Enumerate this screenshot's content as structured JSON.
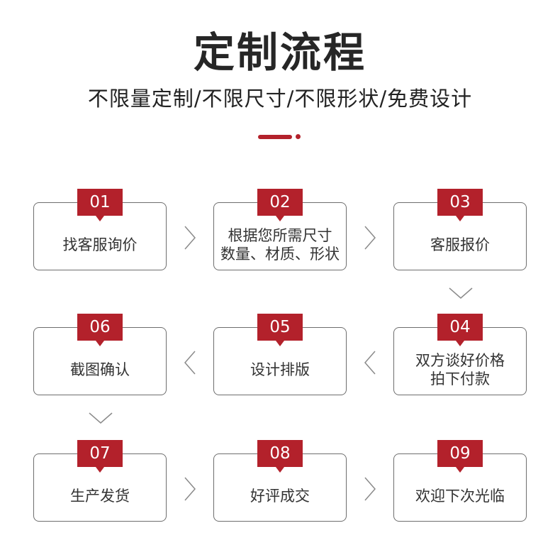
{
  "header": {
    "title": "定制流程",
    "subtitle": "不限量定制/不限尺寸/不限形状/免费设计"
  },
  "colors": {
    "accent": "#b3212b",
    "border": "#6e6e6e",
    "text": "#333333"
  },
  "steps": [
    {
      "num": "01",
      "lines": [
        "找客服询价"
      ]
    },
    {
      "num": "02",
      "lines": [
        "根据您所需尺寸",
        "数量、材质、形状"
      ]
    },
    {
      "num": "03",
      "lines": [
        "客服报价"
      ]
    },
    {
      "num": "04",
      "lines": [
        "双方谈好价格",
        "拍下付款"
      ]
    },
    {
      "num": "05",
      "lines": [
        "设计排版"
      ]
    },
    {
      "num": "06",
      "lines": [
        "截图确认"
      ]
    },
    {
      "num": "07",
      "lines": [
        "生产发货"
      ]
    },
    {
      "num": "08",
      "lines": [
        "好评成交"
      ]
    },
    {
      "num": "09",
      "lines": [
        "欢迎下次光临"
      ]
    }
  ]
}
